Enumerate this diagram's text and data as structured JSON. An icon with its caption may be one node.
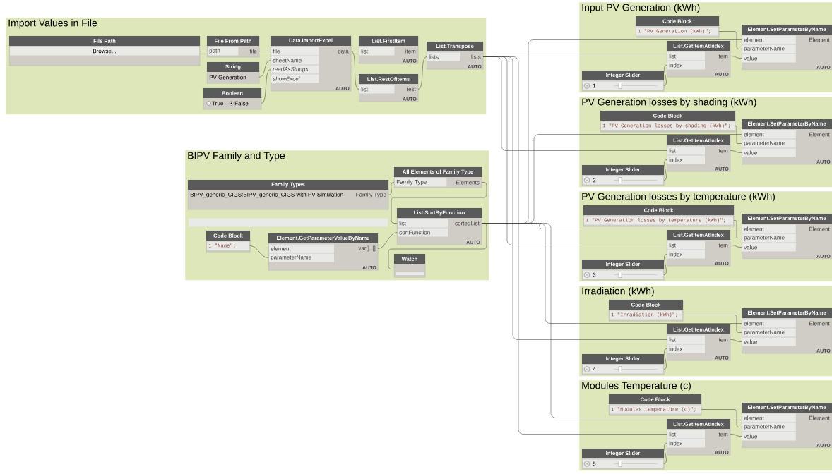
{
  "diagram": {
    "nodes": [
      {
        "text": [
          "Import Values in File"
        ]
      },
      {
        "text": [
          "File Path",
          "Browse..."
        ],
        "in": 0
      },
      {
        "text": [
          "File From Path",
          "path",
          "file"
        ],
        "in": 0
      },
      {
        "text": [
          "String",
          "PV Generation"
        ],
        "in": 0
      },
      {
        "text": [
          "Boolean",
          "True",
          "False"
        ],
        "in": 0
      },
      {
        "text": [
          "Data.ImportExcel",
          "file",
          "sheetName",
          "readAsStrings",
          "showExcel",
          "data",
          "AUTO"
        ],
        "in": 0
      },
      {
        "text": [
          "List.FirstItem",
          "list",
          "item",
          "AUTO"
        ],
        "in": 0
      },
      {
        "text": [
          "List.RestOfItems",
          "list",
          "rest",
          "AUTO"
        ],
        "in": 0
      },
      {
        "text": [
          "List.Transpose",
          "lists",
          "lists",
          "AUTO"
        ],
        "in": 0
      },
      {
        "text": [
          "BIPV Family and Type"
        ]
      },
      {
        "text": [
          "Family Types",
          "BIPV_generic_CIGS:BIPV_generic_CIGS with PV Simulation",
          "Family Type"
        ],
        "in": 9
      },
      {
        "text": [
          "All Elements of Family Type",
          "Family Type",
          "Elements"
        ],
        "in": 9
      },
      {
        "text": [
          "Code Block",
          "1 \"Name\";"
        ],
        "in": 9
      },
      {
        "text": [
          "Element.GetParameterValueByName",
          "element",
          "parameterName",
          "var[]..[]",
          "AUTO"
        ],
        "in": 9
      },
      {
        "text": [
          "List.SortByFunction",
          "list",
          "sortFunction",
          "sortedList",
          "AUTO"
        ],
        "in": 9
      },
      {
        "text": [
          "Watch"
        ],
        "in": 9
      },
      {
        "text": [
          "Input PV Generation (kWh)"
        ]
      },
      {
        "text": [
          "Code Block",
          "1 \"PV Generation (kWh)\";"
        ],
        "in": 16
      },
      {
        "text": [
          "Element.SetParameterByName",
          "element",
          "parameterName",
          "value",
          "Element",
          "AUTO"
        ],
        "in": 16
      },
      {
        "text": [
          "List.GetItemAtIndex",
          "list",
          "index",
          "item",
          "AUTO"
        ],
        "in": 16
      },
      {
        "text": [
          "Integer Slider",
          "1"
        ],
        "in": 16
      },
      {
        "text": [
          "PV Generation losses by shading (kWh)"
        ]
      },
      {
        "text": [
          "Code Block",
          "1 \"PV Generation losses by shading (kWh)\";"
        ],
        "in": 21
      },
      {
        "text": [
          "Element.SetParameterByName",
          "element",
          "parameterName",
          "value",
          "Element",
          "AUTO"
        ],
        "in": 21
      },
      {
        "text": [
          "List.GetItemAtIndex",
          "list",
          "index",
          "item",
          "AUTO"
        ],
        "in": 21
      },
      {
        "text": [
          "Integer Slider",
          "2"
        ],
        "in": 21
      },
      {
        "text": [
          "PV Generation losses by temperature (kWh)"
        ]
      },
      {
        "text": [
          "Code Block",
          "1 \"PV Generation losses by temperature (kWh)\";"
        ],
        "in": 26
      },
      {
        "text": [
          "Element.SetParameterByName",
          "element",
          "parameterName",
          "value",
          "Element",
          "AUTO"
        ],
        "in": 26
      },
      {
        "text": [
          "List.GetItemAtIndex",
          "list",
          "index",
          "item",
          "AUTO"
        ],
        "in": 26
      },
      {
        "text": [
          "Integer Slider",
          "3"
        ],
        "in": 26
      },
      {
        "text": [
          "Irradiation (kWh)"
        ]
      },
      {
        "text": [
          "Code Block",
          "1 \"Irradiation (kWh)\";"
        ],
        "in": 31
      },
      {
        "text": [
          "Element.SetParameterByName",
          "element",
          "parameterName",
          "value",
          "Element",
          "AUTO"
        ],
        "in": 31
      },
      {
        "text": [
          "List.GetItemAtIndex",
          "list",
          "index",
          "item",
          "AUTO"
        ],
        "in": 31
      },
      {
        "text": [
          "Integer Slider",
          "4"
        ],
        "in": 31
      },
      {
        "text": [
          "Modules Temperature (c)"
        ]
      },
      {
        "text": [
          "Code Block",
          "1 \"Modules temperature (c)\";"
        ],
        "in": 36
      },
      {
        "text": [
          "Element.SetParameterByName",
          "element",
          "parameterName",
          "value",
          "Element",
          "AUTO"
        ],
        "in": 36
      },
      {
        "text": [
          "List.GetItemAtIndex",
          "list",
          "index",
          "item",
          "AUTO"
        ],
        "in": 36
      },
      {
        "text": [
          "Integer Slider",
          "5"
        ],
        "in": 36
      }
    ],
    "edges": [
      {
        "from": 1,
        "to": 2,
        "arrow": "none"
      },
      {
        "from": 2,
        "to": 5,
        "arrow": "none"
      },
      {
        "from": 3,
        "to": 5,
        "arrow": "none"
      },
      {
        "from": 4,
        "to": 5,
        "arrow": "none"
      },
      {
        "from": 5,
        "to": 6,
        "arrow": "none"
      },
      {
        "from": 5,
        "to": 7,
        "arrow": "none"
      },
      {
        "from": 7,
        "to": 8,
        "arrow": "none"
      },
      {
        "from": 10,
        "to": 11,
        "arrow": "none"
      },
      {
        "from": 11,
        "to": 14,
        "arrow": "none"
      },
      {
        "from": 12,
        "to": 13,
        "arrow": "none"
      },
      {
        "from": 13,
        "to": 14,
        "arrow": "none"
      },
      {
        "from": 14,
        "to": 15,
        "arrow": "none"
      },
      {
        "from": 17,
        "to": 18,
        "arrow": "none"
      },
      {
        "from": 19,
        "to": 18,
        "arrow": "none"
      },
      {
        "from": 20,
        "to": 19,
        "arrow": "none"
      },
      {
        "from": 8,
        "to": 19,
        "arrow": "none"
      },
      {
        "from": 14,
        "to": 18,
        "arrow": "none"
      },
      {
        "from": 22,
        "to": 23,
        "arrow": "none"
      },
      {
        "from": 24,
        "to": 23,
        "arrow": "none"
      },
      {
        "from": 25,
        "to": 24,
        "arrow": "none"
      },
      {
        "from": 8,
        "to": 24,
        "arrow": "none"
      },
      {
        "from": 14,
        "to": 23,
        "arrow": "none"
      },
      {
        "from": 27,
        "to": 28,
        "arrow": "none"
      },
      {
        "from": 29,
        "to": 28,
        "arrow": "none"
      },
      {
        "from": 30,
        "to": 29,
        "arrow": "none"
      },
      {
        "from": 8,
        "to": 29,
        "arrow": "none"
      },
      {
        "from": 14,
        "to": 28,
        "arrow": "none"
      },
      {
        "from": 32,
        "to": 33,
        "arrow": "none"
      },
      {
        "from": 34,
        "to": 33,
        "arrow": "none"
      },
      {
        "from": 35,
        "to": 34,
        "arrow": "none"
      },
      {
        "from": 8,
        "to": 34,
        "arrow": "none"
      },
      {
        "from": 14,
        "to": 33,
        "arrow": "none"
      },
      {
        "from": 37,
        "to": 38,
        "arrow": "none"
      },
      {
        "from": 39,
        "to": 38,
        "arrow": "none"
      },
      {
        "from": 40,
        "to": 39,
        "arrow": "none"
      },
      {
        "from": 8,
        "to": 39,
        "arrow": "none"
      },
      {
        "from": 14,
        "to": 38,
        "arrow": "none"
      }
    ]
  }
}
